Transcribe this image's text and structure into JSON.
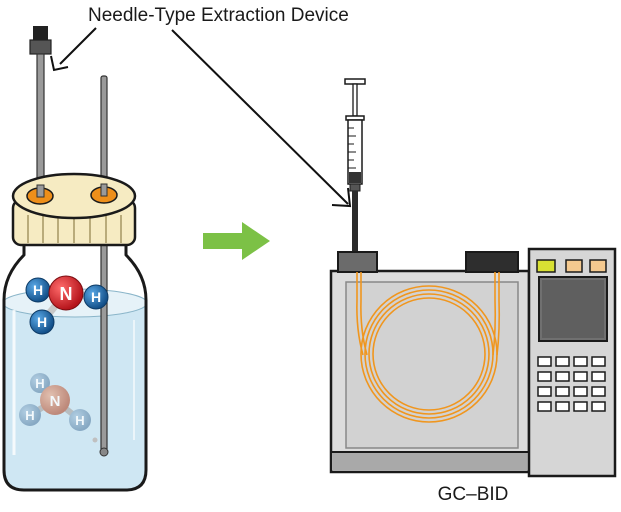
{
  "labels": {
    "device": "Needle-Type Extraction Device",
    "instrument": "GC–BID"
  },
  "molecule": {
    "center_atom": "N",
    "h_atom": "H"
  },
  "colors": {
    "cap": "#f6ebc2",
    "cap_hole": "#ee8f1a",
    "liquid": "#cfe7f3",
    "arrow": "#7cc146",
    "gc_body": "#dcdcdc",
    "gc_panel": "#c9c9c9",
    "column": "#f0961e",
    "nitrogen": "#d6232a",
    "hydrogen": "#1f72b8"
  },
  "icons": [
    "needle-extraction-device",
    "sample-vial",
    "ammonia-molecule-icon",
    "arrow-right-icon",
    "syringe-icon",
    "gc-instrument"
  ]
}
